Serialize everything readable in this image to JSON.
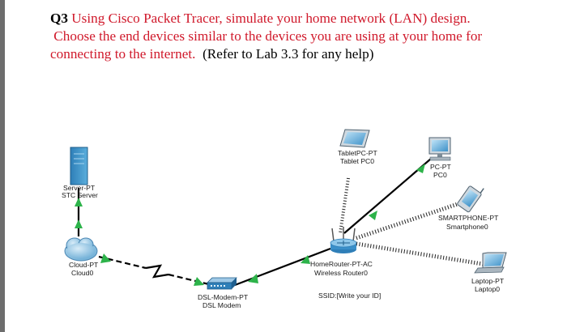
{
  "question": {
    "number": "Q3",
    "line1": " Using Cisco Packet Tracer, simulate your home network (LAN) design.",
    "line2": "Choose the end devices similar to the devices you are using at your home for",
    "line3_red": "connecting to the internet.",
    "line3_black": "(Refer to Lab 3.3 for any help)"
  },
  "devices": {
    "server": {
      "type": "Server-PT",
      "name": "STC Server"
    },
    "cloud": {
      "type": "Cloud-PT",
      "name": "Cloud0"
    },
    "modem": {
      "type": "DSL-Modem-PT",
      "name": "DSL Modem"
    },
    "router": {
      "type": "HomeRouter-PT-AC",
      "name": "Wireless Router0"
    },
    "tablet": {
      "type": "TabletPC-PT",
      "name": "Tablet PC0"
    },
    "pc": {
      "type": "PC-PT",
      "name": "PC0"
    },
    "smartphone": {
      "type": "SMARTPHONE-PT",
      "name": "Smartphone0"
    },
    "laptop": {
      "type": "Laptop-PT",
      "name": "Laptop0"
    }
  },
  "ssid_note": "SSID:[Write your ID]",
  "colors": {
    "link_up": "#2db34a",
    "cable": "#000000",
    "device_blue": "#3a8fc9"
  }
}
